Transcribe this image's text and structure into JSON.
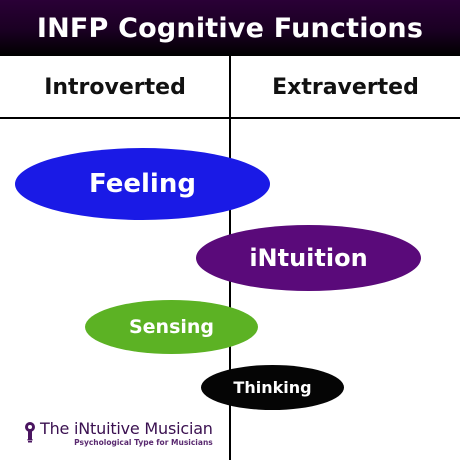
{
  "title": "INFP Cognitive Functions",
  "columns": {
    "left": "Introverted",
    "right": "Extraverted"
  },
  "functions": [
    {
      "label": "Feeling",
      "color": "#1a1ae6"
    },
    {
      "label": "iNtuition",
      "color": "#5a0a7a"
    },
    {
      "label": "Sensing",
      "color": "#5cb224"
    },
    {
      "label": "Thinking",
      "color": "#050505"
    }
  ],
  "logo": {
    "icon": "lightbulb-icon",
    "name": "The iNtuitive Musician",
    "tagline": "Psychological Type for Musicians",
    "color": "#3a1050"
  }
}
